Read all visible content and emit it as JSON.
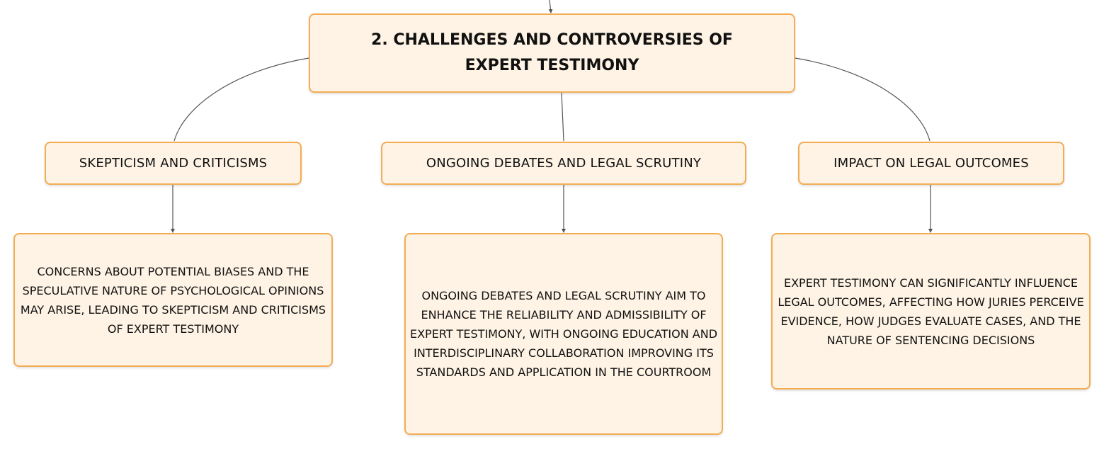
{
  "root": {
    "title": "2. CHALLENGES AND CONTROVERSIES OF EXPERT TESTIMONY"
  },
  "branches": [
    {
      "label": "SKEPTICISM AND CRITICISMS",
      "detail": "CONCERNS ABOUT POTENTIAL BIASES AND THE SPECULATIVE NATURE OF PSYCHOLOGICAL OPINIONS MAY ARISE, LEADING TO SKEPTICISM AND CRITICISMS OF EXPERT TESTIMONY"
    },
    {
      "label": "ONGOING DEBATES AND LEGAL SCRUTINY",
      "detail": "ONGOING DEBATES AND LEGAL SCRUTINY AIM TO ENHANCE THE RELIABILITY AND ADMISSIBILITY OF EXPERT TESTIMONY, WITH ONGOING EDUCATION AND INTERDISCIPLINARY COLLABORATION IMPROVING ITS STANDARDS AND APPLICATION IN THE COURTROOM"
    },
    {
      "label": "IMPACT ON LEGAL OUTCOMES",
      "detail": "EXPERT TESTIMONY CAN SIGNIFICANTLY INFLUENCE LEGAL OUTCOMES, AFFECTING HOW JURIES PERCEIVE EVIDENCE, HOW JUDGES EVALUATE CASES, AND THE NATURE OF SENTENCING DECISIONS"
    }
  ],
  "colors": {
    "node_fill": "#fef3e4",
    "node_border": "#f2ad55",
    "connector": "#555555",
    "text": "#111111"
  }
}
